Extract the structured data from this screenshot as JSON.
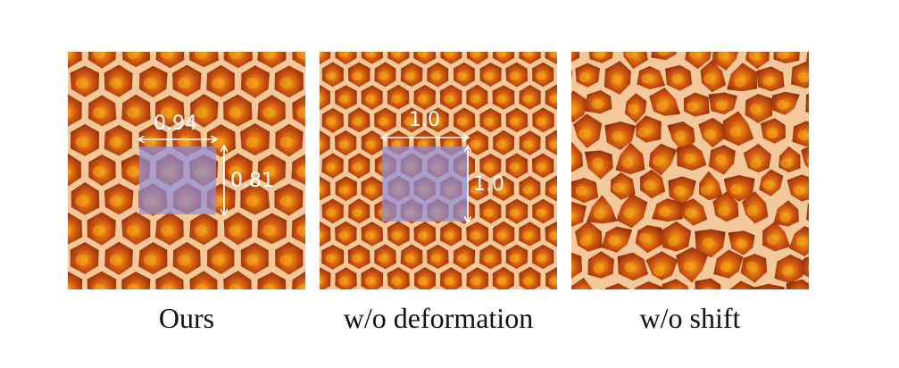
{
  "figure": {
    "panels": [
      {
        "caption": "Ours",
        "width_label": "0.94",
        "height_label": "0.81",
        "overlay_color": "#8f8fd8",
        "arrow_color": "#ffffff"
      },
      {
        "caption": "w/o deformation",
        "width_label": "1.0",
        "height_label": "1.0",
        "overlay_color": "#8f8fd8",
        "arrow_color": "#ffffff"
      },
      {
        "caption": "w/o shift"
      }
    ],
    "texture": {
      "cell_wall": "#f3c89a",
      "cell_dark": "#8a2a0a",
      "cell_mid": "#c9500f",
      "cell_bright": "#f6a21a"
    }
  }
}
